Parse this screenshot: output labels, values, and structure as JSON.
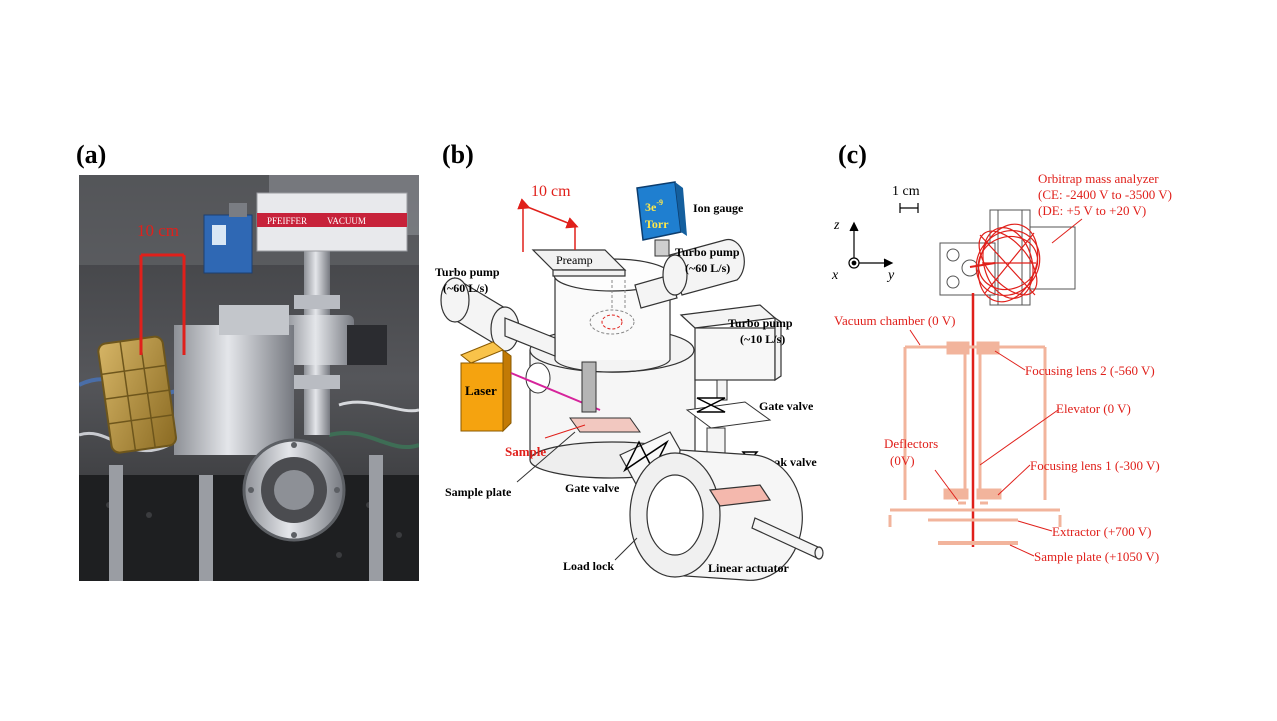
{
  "panels": {
    "a": {
      "label": "(a)",
      "scale": "10 cm",
      "brand_1": "PFEIFFER",
      "brand_2": "VACUUM"
    },
    "b": {
      "label": "(b)",
      "scale": "10 cm",
      "gauge_line1": "3e",
      "gauge_exp": "-9",
      "gauge_line2": "Torr",
      "labels": {
        "ion_gauge": "Ion gauge",
        "preamp": "Preamp",
        "turbo_right_1": "Turbo pump",
        "turbo_right_2": "(~60 L/s)",
        "turbo_left_1": "Turbo pump",
        "turbo_left_2": "(~60 L/s)",
        "turbo_small_1": "Turbo pump",
        "turbo_small_2": "(~10 L/s)",
        "laser": "Laser",
        "gate_valve_top": "Gate valve",
        "leak_valve": "Leak valve",
        "sample": "Sample",
        "sample_plate": "Sample plate",
        "gate_valve_bottom": "Gate valve",
        "load_lock": "Load lock",
        "linear_actuator": "Linear actuator"
      }
    },
    "c": {
      "label": "(c)",
      "scale": "1 cm",
      "axis_z": "z",
      "axis_x": "x",
      "axis_y": "y",
      "labels": {
        "orbitrap_1": "Orbitrap mass analyzer",
        "orbitrap_2": "(CE: -2400 V to -3500 V)",
        "orbitrap_3": "(DE: +5 V to +20 V)",
        "vacuum_chamber": "Vacuum chamber (0 V)",
        "focusing_lens_2": "Focusing lens 2 (-560 V)",
        "elevator": "Elevator (0 V)",
        "deflectors_1": "Deflectors",
        "deflectors_2": "(0V)",
        "focusing_lens_1": "Focusing lens 1 (-300 V)",
        "extractor": "Extractor (+700 V)",
        "sample_plate": "Sample plate (+1050 V)"
      }
    }
  },
  "colors": {
    "annotation_red": "#e0201b",
    "laser_orange": "#f5a30f",
    "gauge_blue": "#1f7fd0",
    "gauge_text": "#ffe84a",
    "electrode_salmon": "#f2b49c"
  }
}
